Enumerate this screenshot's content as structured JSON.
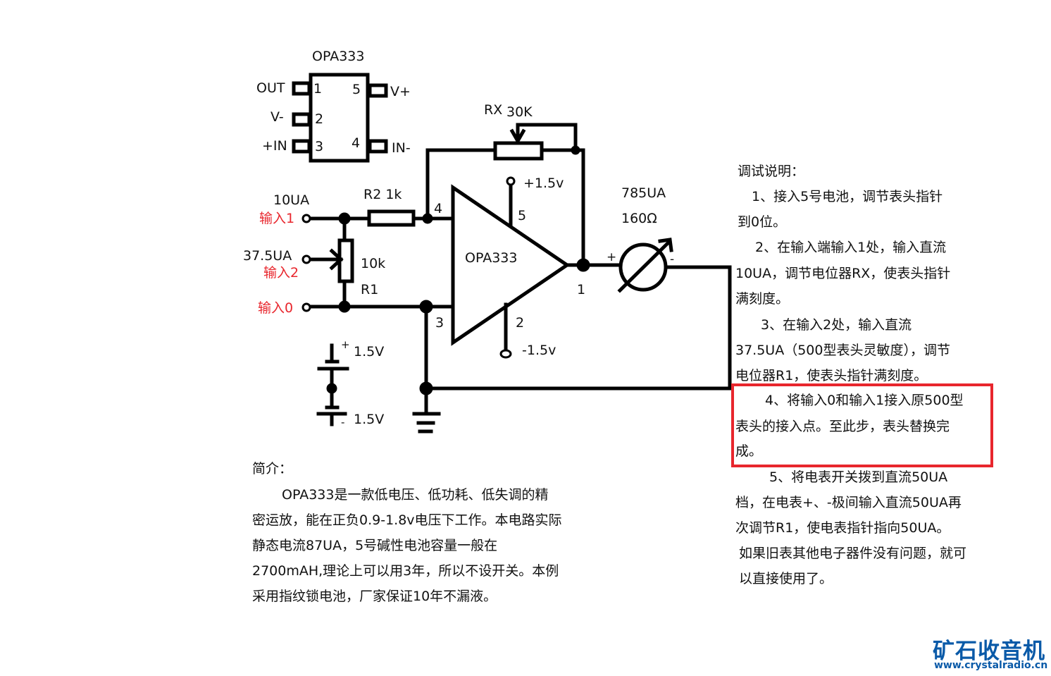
{
  "chip": {
    "title": "OPA333",
    "pins": [
      {
        "num": "1",
        "name": "OUT"
      },
      {
        "num": "2",
        "name": "V-"
      },
      {
        "num": "3",
        "name": "+IN"
      },
      {
        "num": "4",
        "name": "IN-"
      },
      {
        "num": "5",
        "name": "V+"
      }
    ]
  },
  "circuit": {
    "rx_label": "RX",
    "rx_value": "30K",
    "r2_label": "R2 1k",
    "r1_value": "10k",
    "r1_label": "R1",
    "opamp_label": "OPA333",
    "pin4": "4",
    "pin5": "5",
    "pin3": "3",
    "pin2": "2",
    "pin1": "1",
    "vplus": "+1.5v",
    "vminus": "-1.5v",
    "meter_current": "785UA",
    "meter_resistance": "160Ω",
    "meter_plus": "+",
    "meter_minus": "-",
    "battery_top": "1.5V",
    "battery_bottom": "1.5V",
    "battery_plus": "+",
    "battery_minus": "-",
    "inputs": [
      {
        "label": "输入1",
        "current": "10UA"
      },
      {
        "label": "输入2",
        "current": "37.5UA"
      },
      {
        "label": "输入0",
        "current": ""
      }
    ]
  },
  "instructions": {
    "title": "调试说明：",
    "lines": [
      "1、接入5号电池，调节表头指针",
      "到0位。",
      "2、在输入端输入1处，输入直流",
      "10UA，调节电位器RX，使表头指针",
      "满刻度。",
      "3、在输入2处，输入直流",
      "37.5UA（500型表头灵敏度），调节",
      "电位器R1，使表头指针满刻度。",
      "4、将输入0和输入1接入原500型",
      "表头的接入点。至此步，表头替换完",
      "成。",
      "5、将电表开关拨到直流50UA",
      "档，在电表+、-极间输入直流50UA再",
      "次调节R1，使电表指针指向50UA。",
      "如果旧表其他电子器件没有问题，就可",
      "以直接使用了。"
    ],
    "highlight_color": "#e8262d"
  },
  "intro": {
    "title": "简介：",
    "lines": [
      "OPA333是一款低电压、低功耗、低失调的精",
      "密运放，能在正负0.9-1.8v电压下工作。本电路实际",
      "静态电流87UA，5号碱性电池容量一般在",
      "2700mAH,理论上可以用3年，所以不设开关。本例",
      "采用指纹锁电池，厂家保证10年不漏液。"
    ]
  },
  "logo": {
    "name": "矿石收音机",
    "url": "www.crystalradio.cn",
    "color": "#0a5aa8"
  }
}
